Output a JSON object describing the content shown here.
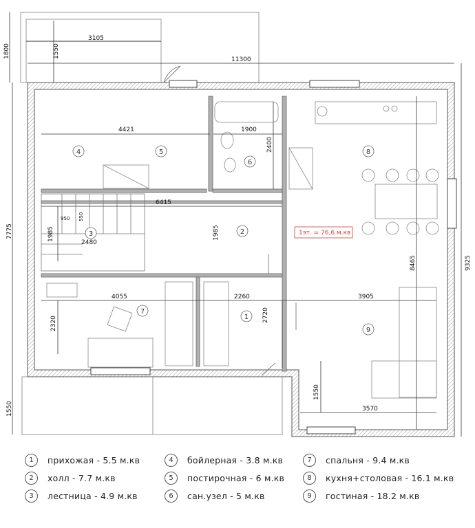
{
  "dimensions": {
    "d3105": "3105",
    "d1550_balcony": "1550",
    "d1800": "1800",
    "d11300": "11300",
    "d4421": "4421",
    "d1900": "1900",
    "d2400": "2400",
    "d6415": "6415",
    "d950": "950",
    "d550": "550",
    "d1985_left": "1985",
    "d2480": "2480",
    "d1985_mid": "1985",
    "d7775": "7775",
    "d9325": "9325",
    "d8465": "8465",
    "d4055": "4055",
    "d2260": "2260",
    "d3905": "3905",
    "d2320": "2320",
    "d2720": "2720",
    "d1550_right": "1550",
    "d3570": "3570",
    "d1550_left": "1550"
  },
  "floor_area_tag": "1эт. = 76,6 м.кв",
  "room_markers": [
    "1",
    "2",
    "3",
    "4",
    "5",
    "6",
    "7",
    "8",
    "9"
  ],
  "legend": {
    "items": [
      {
        "num": "1",
        "label": "прихожая - 5.5 м.кв"
      },
      {
        "num": "2",
        "label": "холл - 7.7 м.кв"
      },
      {
        "num": "3",
        "label": "лестница - 4.9 м.кв"
      },
      {
        "num": "4",
        "label": "бойлерная - 3.8 м.кв"
      },
      {
        "num": "5",
        "label": "постирочная - 6 м.кв"
      },
      {
        "num": "6",
        "label": "сан.узел - 5 м.кв"
      },
      {
        "num": "7",
        "label": "спальня - 9.4 м.кв"
      },
      {
        "num": "8",
        "label": "кухня+столовая - 16.1 м.кв"
      },
      {
        "num": "9",
        "label": "гостиная - 18.2 м.кв"
      }
    ]
  }
}
